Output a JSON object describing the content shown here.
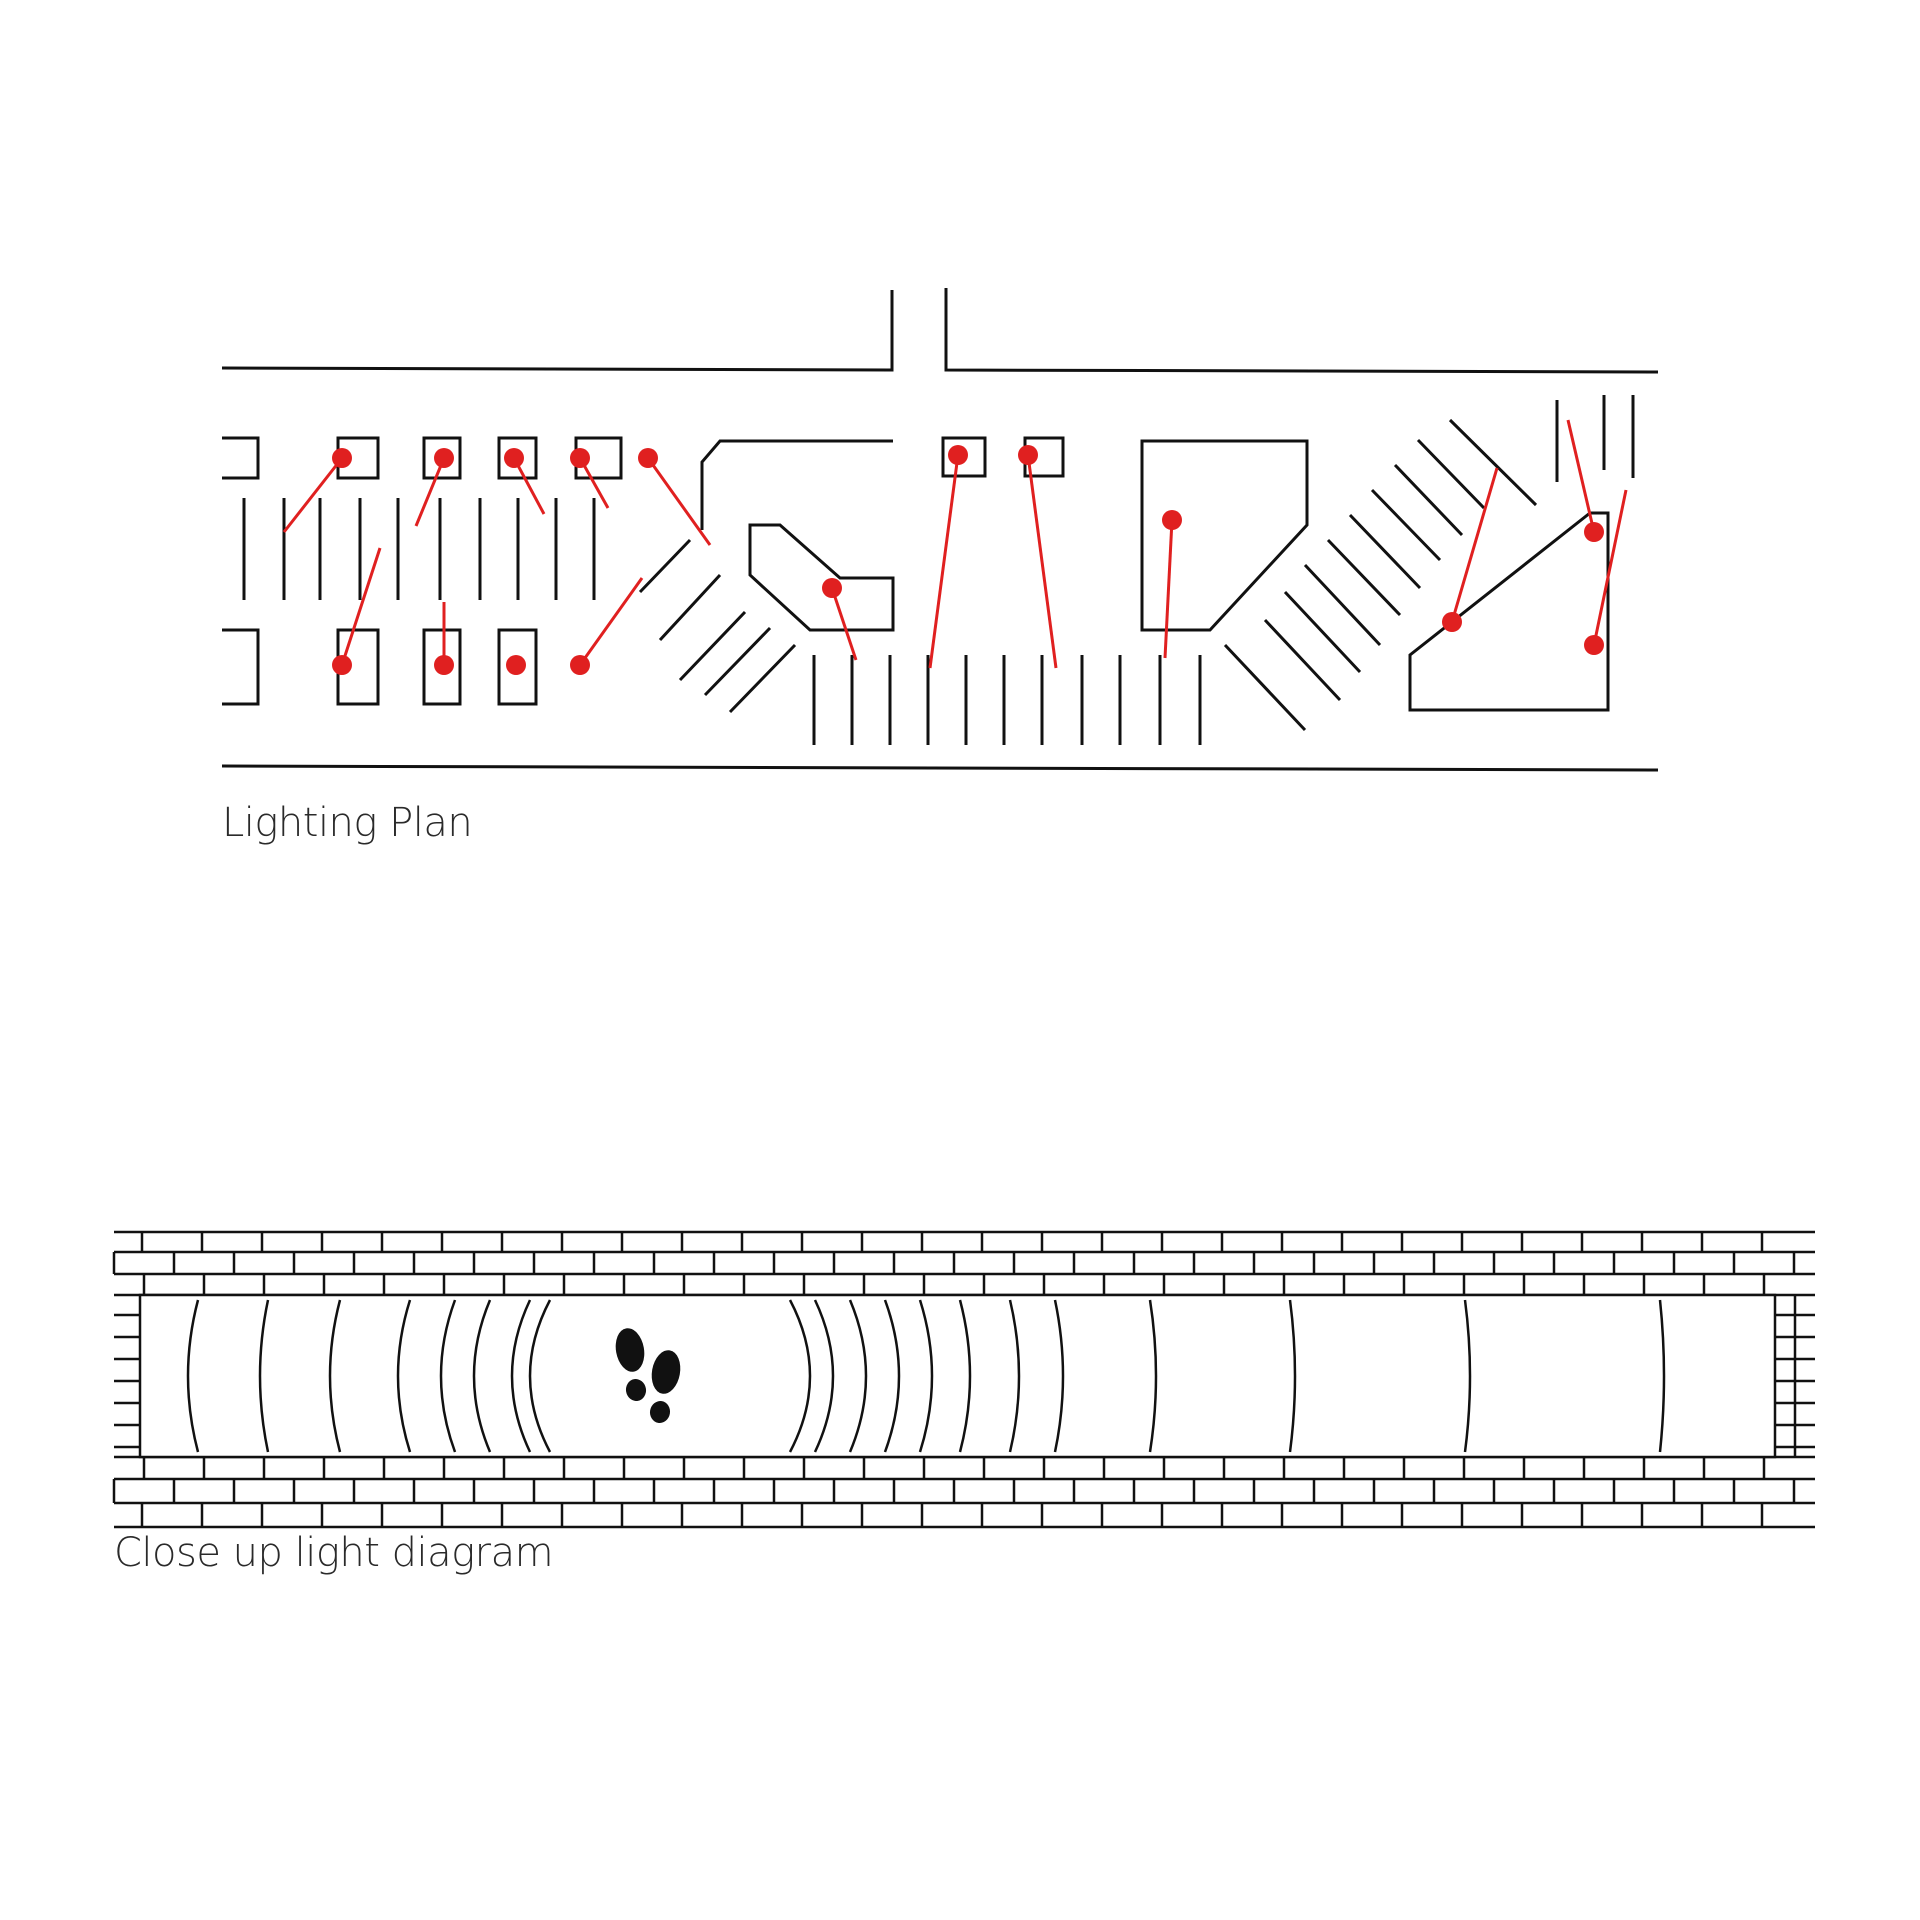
{
  "captions": {
    "lighting_plan": "Lighting Plan",
    "close_up": "Close up light diagram"
  },
  "colors": {
    "ink": "#111111",
    "light": "#e02020"
  },
  "icons": {
    "footprints": "footprints-icon",
    "light_fixture": "red-light-dot"
  }
}
